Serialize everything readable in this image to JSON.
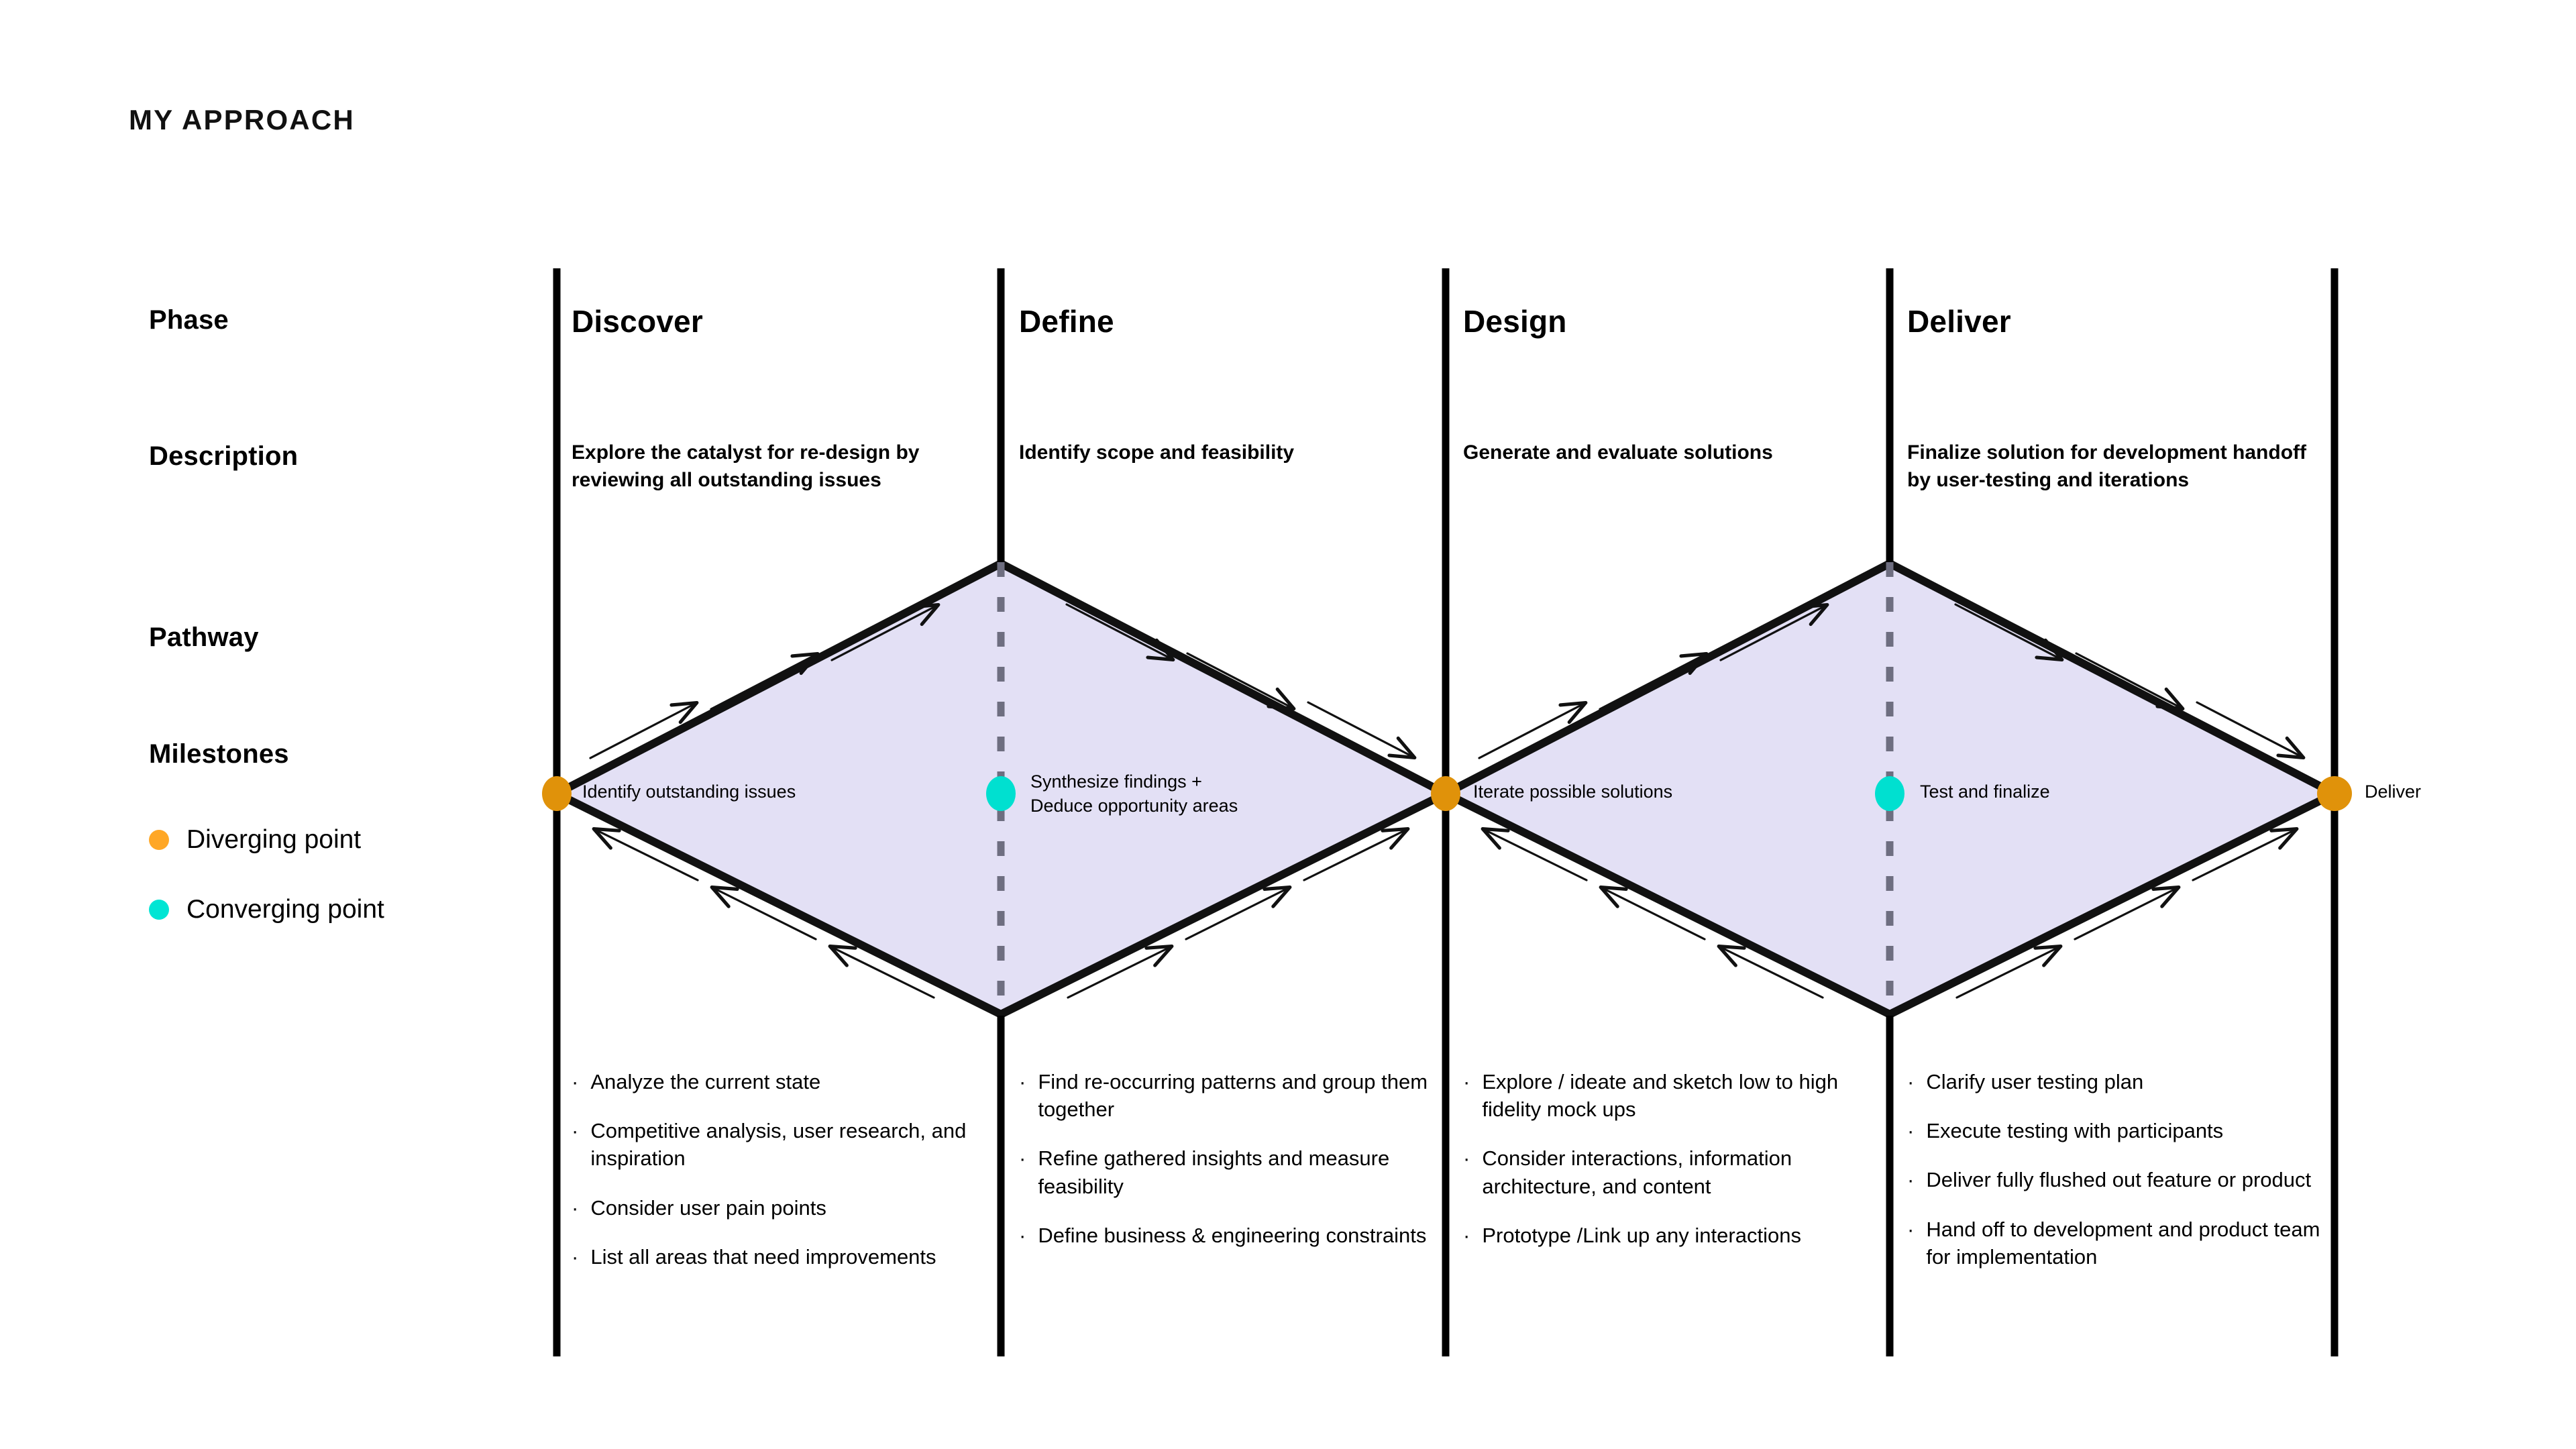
{
  "page": {
    "title": "MY APPROACH",
    "background": "#ffffff"
  },
  "colors": {
    "diverging": "#FFA726",
    "converging": "#00E5D4",
    "diverging_node": "#E0920A",
    "converging_node": "#00E0D0",
    "diamond_fill": "#E3E0F5",
    "diamond_stroke": "#111111",
    "divider": "#000000",
    "dashed_divider": "#6E6E80"
  },
  "row_labels": {
    "phase": "Phase",
    "description": "Description",
    "pathway": "Pathway",
    "milestones": "Milestones"
  },
  "legend": [
    {
      "label": "Diverging point",
      "color": "#FFA726",
      "icon": "orange-dot-icon"
    },
    {
      "label": "Converging point",
      "color": "#00E5D4",
      "icon": "cyan-dot-icon"
    }
  ],
  "columns": [
    {
      "phase": "Discover",
      "description": "Explore the catalyst for re-design by reviewing all outstanding issues",
      "details": [
        "Analyze the current state",
        "Competitive analysis, user research, and inspiration",
        "Consider user pain points",
        "List all areas that need improvements"
      ]
    },
    {
      "phase": "Define",
      "description": "Identify scope and feasibility",
      "details": [
        "Find re-occurring patterns and group them together",
        "Refine gathered insights and measure feasibility",
        "Define business & engineering constraints"
      ]
    },
    {
      "phase": "Design",
      "description": "Generate and evaluate solutions",
      "details": [
        "Explore / ideate and sketch low to high fidelity mock ups",
        "Consider interactions, information architecture, and content",
        "Prototype /Link up any interactions"
      ]
    },
    {
      "phase": "Deliver",
      "description": "Finalize solution for development handoff by user-testing and iterations",
      "details": [
        "Clarify user testing plan",
        "Execute testing with  participants",
        "Deliver fully flushed out feature or product",
        "Hand off to development and product team for implementation"
      ]
    }
  ],
  "milestones": [
    {
      "label": "Identify outstanding issues",
      "type": "diverging"
    },
    {
      "label": "Synthesize findings +\nDeduce opportunity areas",
      "type": "converging"
    },
    {
      "label": "Iterate possible solutions",
      "type": "diverging"
    },
    {
      "label": "Test and finalize",
      "type": "converging"
    },
    {
      "label": "Deliver",
      "type": "diverging"
    }
  ],
  "bullet": "·"
}
